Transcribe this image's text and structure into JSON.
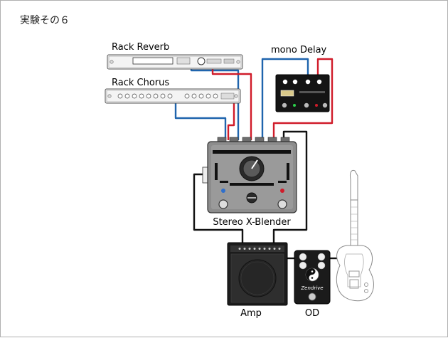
{
  "title": "実験その６",
  "labels": {
    "rack_reverb": "Rack Reverb",
    "rack_chorus": "Rack Chorus",
    "mono_delay": "mono Delay",
    "blender": "Stereo X-Blender",
    "amp": "Amp",
    "od": "OD",
    "od_brand": "Zendrive"
  },
  "colors": {
    "cable_blue": "#1f64ad",
    "cable_red": "#d01c2a",
    "cable_black": "#111111"
  }
}
